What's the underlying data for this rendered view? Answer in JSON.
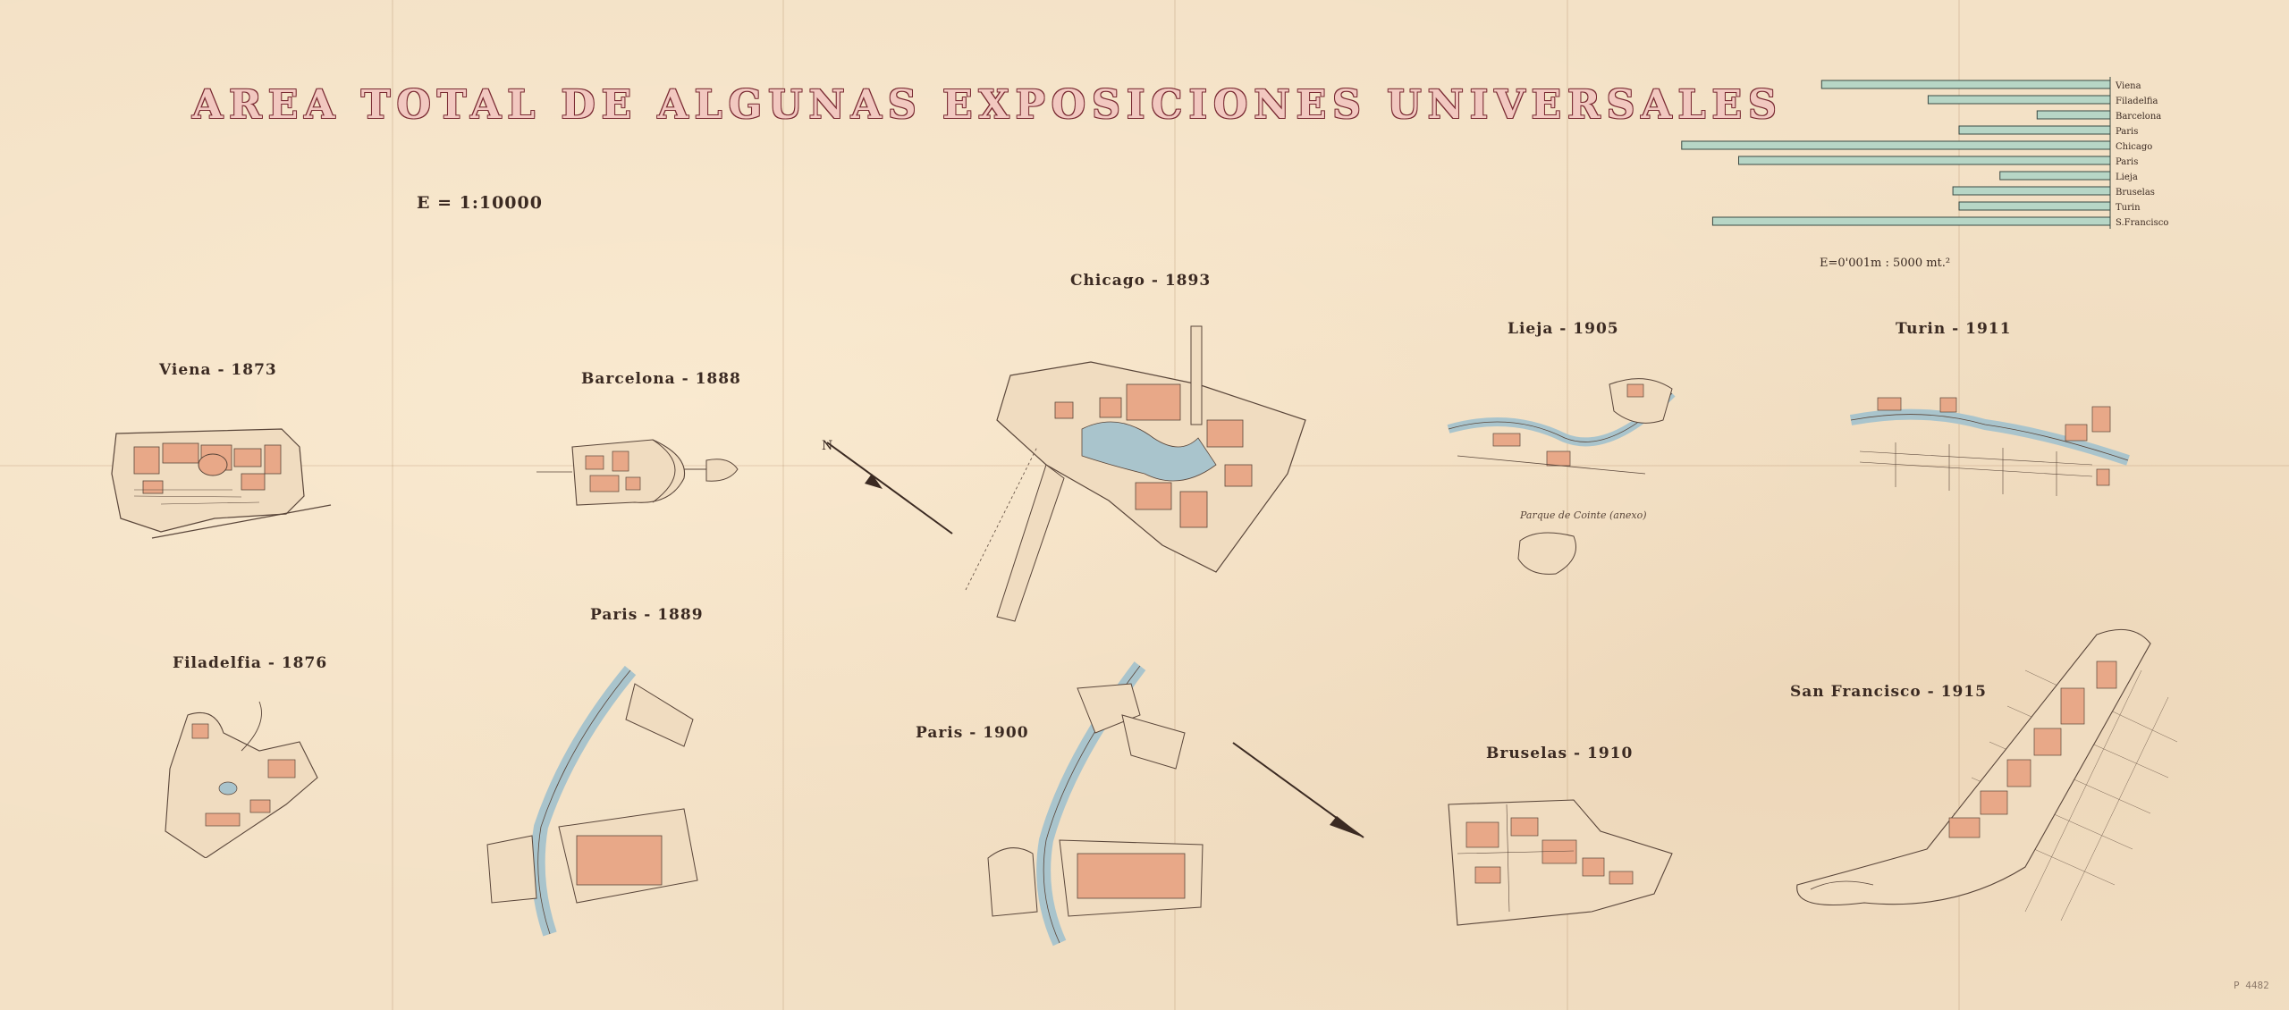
{
  "title": "AREA TOTAL DE ALGUNAS EXPOSICIONES UNIVERSALES",
  "map_scale": "E = 1:10000",
  "bar_scale": "E=0'001m : 5000 mt.²",
  "park_note": "Parque de Cointe (anexo)",
  "stamp": "P 4482",
  "colors": {
    "paper": "#f3e1c6",
    "bar_fill": "#b7d6c6",
    "bar_stroke": "#3a4a44",
    "buildings": "#e8a888",
    "water": "#a9c4cc",
    "title_fill": "#f2c8c0",
    "title_outline": "#7a2b33",
    "ink": "#3b2a22"
  },
  "labels": {
    "viena": "Viena - 1873",
    "barcelona": "Barcelona - 1888",
    "chicago": "Chicago - 1893",
    "lieja": "Lieja - 1905",
    "turin": "Turin - 1911",
    "filadelfia": "Filadelfia - 1876",
    "paris1889": "Paris - 1889",
    "paris1900": "Paris - 1900",
    "bruselas": "Bruselas - 1910",
    "sanfrancisco": "San Francisco - 1915"
  },
  "chart_data": {
    "type": "bar",
    "orientation": "horizontal",
    "categories": [
      "Viena",
      "Filadelfia",
      "Barcelona",
      "Paris",
      "Chicago",
      "Paris",
      "Lieja",
      "Bruselas",
      "Turin",
      "S.Francisco"
    ],
    "values": [
      2.33,
      1.47,
      0.59,
      1.22,
      3.46,
      3.0,
      0.89,
      1.27,
      1.22,
      3.21
    ],
    "units": "length in metres on the original drawing (0.001 m = 5000 m²)",
    "anchor": "right",
    "labels_position": "right",
    "grid": false
  }
}
